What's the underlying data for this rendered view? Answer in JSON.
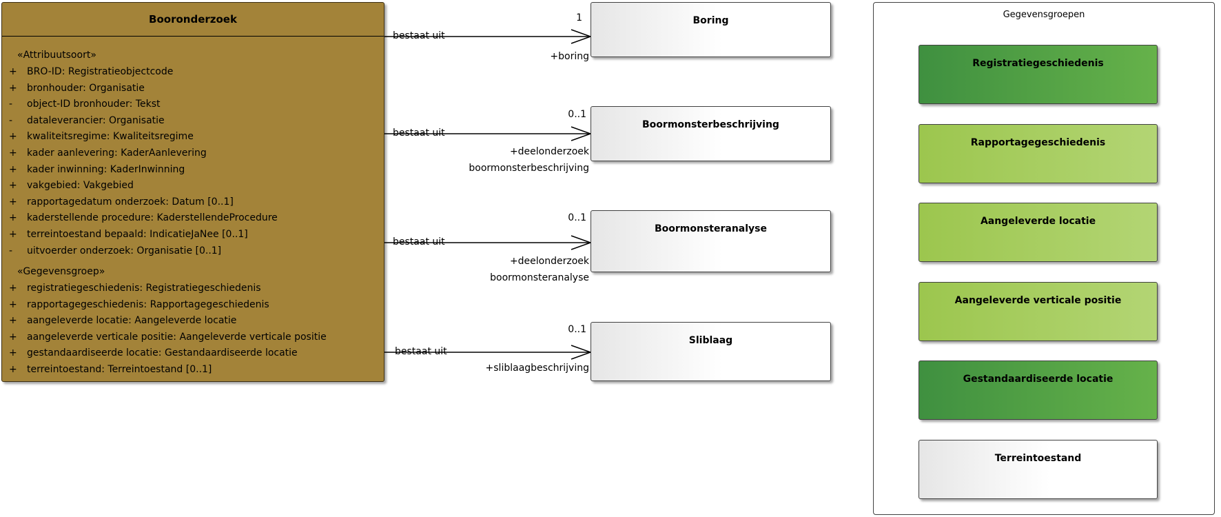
{
  "main_class": {
    "name": "Booronderzoek",
    "stereotype_attributes": "«Attribuutsoort»",
    "attributes": [
      {
        "vis": "+",
        "text": "BRO-ID: Registratieobjectcode"
      },
      {
        "vis": "+",
        "text": "bronhouder: Organisatie"
      },
      {
        "vis": "-",
        "text": "object-ID bronhouder: Tekst"
      },
      {
        "vis": "-",
        "text": "dataleverancier: Organisatie"
      },
      {
        "vis": "+",
        "text": "kwaliteitsregime: Kwaliteitsregime"
      },
      {
        "vis": "+",
        "text": "kader aanlevering: KaderAanlevering"
      },
      {
        "vis": "+",
        "text": "kader inwinning: KaderInwinning"
      },
      {
        "vis": "+",
        "text": "vakgebied: Vakgebied"
      },
      {
        "vis": "+",
        "text": "rapportagedatum onderzoek: Datum [0..1]"
      },
      {
        "vis": "+",
        "text": "kaderstellende procedure: KaderstellendeProcedure"
      },
      {
        "vis": "+",
        "text": "terreintoestand bepaald: IndicatieJaNee [0..1]"
      },
      {
        "vis": "-",
        "text": "uitvoerder onderzoek: Organisatie [0..1]"
      }
    ],
    "stereotype_groups": "«Gegevensgroep»",
    "groups": [
      {
        "vis": "+",
        "text": "registratiegeschiedenis: Registratiegeschiedenis"
      },
      {
        "vis": "+",
        "text": "rapportagegeschiedenis: Rapportagegeschiedenis"
      },
      {
        "vis": "+",
        "text": "aangeleverde locatie: Aangeleverde locatie"
      },
      {
        "vis": "+",
        "text": "aangeleverde verticale positie: Aangeleverde verticale positie"
      },
      {
        "vis": "+",
        "text": "gestandaardiseerde locatie: Gestandaardiseerde locatie"
      },
      {
        "vis": "+",
        "text": "terreintoestand: Terreintoestand [0..1]"
      }
    ]
  },
  "associations": [
    {
      "label": "bestaat uit",
      "target": "Boring",
      "multiplicity": "1",
      "role_line1": "+boring",
      "role_line2": ""
    },
    {
      "label": "bestaat uit",
      "target": "Boormonsterbeschrijving",
      "multiplicity": "0..1",
      "role_line1": "+deelonderzoek",
      "role_line2": "boormonsterbeschrijving"
    },
    {
      "label": "bestaat uit",
      "target": "Boormonsteranalyse",
      "multiplicity": "0..1",
      "role_line1": "+deelonderzoek",
      "role_line2": "boormonsteranalyse"
    },
    {
      "label": "bestaat uit",
      "target": "Sliblaag",
      "multiplicity": "0..1",
      "role_line1": "+sliblaagbeschrijving",
      "role_line2": ""
    }
  ],
  "package": {
    "title": "Gegevensgroepen",
    "groups": [
      {
        "name": "Registratiegeschiedenis",
        "style": "dark"
      },
      {
        "name": "Rapportagegeschiedenis",
        "style": "light"
      },
      {
        "name": "Aangeleverde locatie",
        "style": "light"
      },
      {
        "name": "Aangeleverde verticale positie",
        "style": "light"
      },
      {
        "name": "Gestandaardiseerde locatie",
        "style": "dark"
      },
      {
        "name": "Terreintoestand",
        "style": "white"
      }
    ]
  },
  "colors": {
    "main_class_fill": "#a38339",
    "group_dark": "#4f9f45",
    "group_light": "#a8cd62",
    "line": "#000000"
  }
}
